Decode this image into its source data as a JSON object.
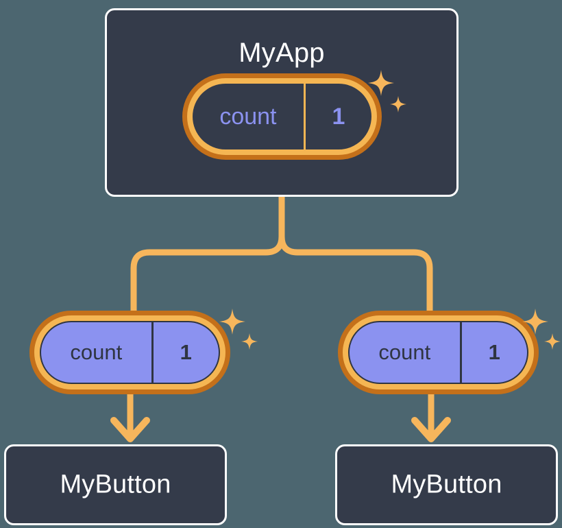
{
  "diagram": {
    "title": "MyApp",
    "background_color": "#4c6670",
    "colors": {
      "card_fill": "#343b4a",
      "card_border": "#ffffff",
      "pill_outer_ring": "#c4701a",
      "pill_inner_ring": "#f5b653",
      "pill_purple_fill": "#8b92f0",
      "text_purple": "#8b92f0",
      "text_dark": "#2f3542",
      "wire": "#f7b65c"
    }
  },
  "root": {
    "label": "MyApp",
    "state_pill": {
      "key": "count",
      "value": "1",
      "variant": "dark",
      "sparkle_count": 2
    }
  },
  "children": [
    {
      "state_pill": {
        "key": "count",
        "value": "1",
        "variant": "purple",
        "sparkle_count": 2
      },
      "component": {
        "label": "MyButton"
      }
    },
    {
      "state_pill": {
        "key": "count",
        "value": "1",
        "variant": "purple",
        "sparkle_count": 2
      },
      "component": {
        "label": "MyButton"
      }
    }
  ],
  "connectors": {
    "fork_from_root": true,
    "arrow_heads": 2,
    "style": "rounded"
  }
}
